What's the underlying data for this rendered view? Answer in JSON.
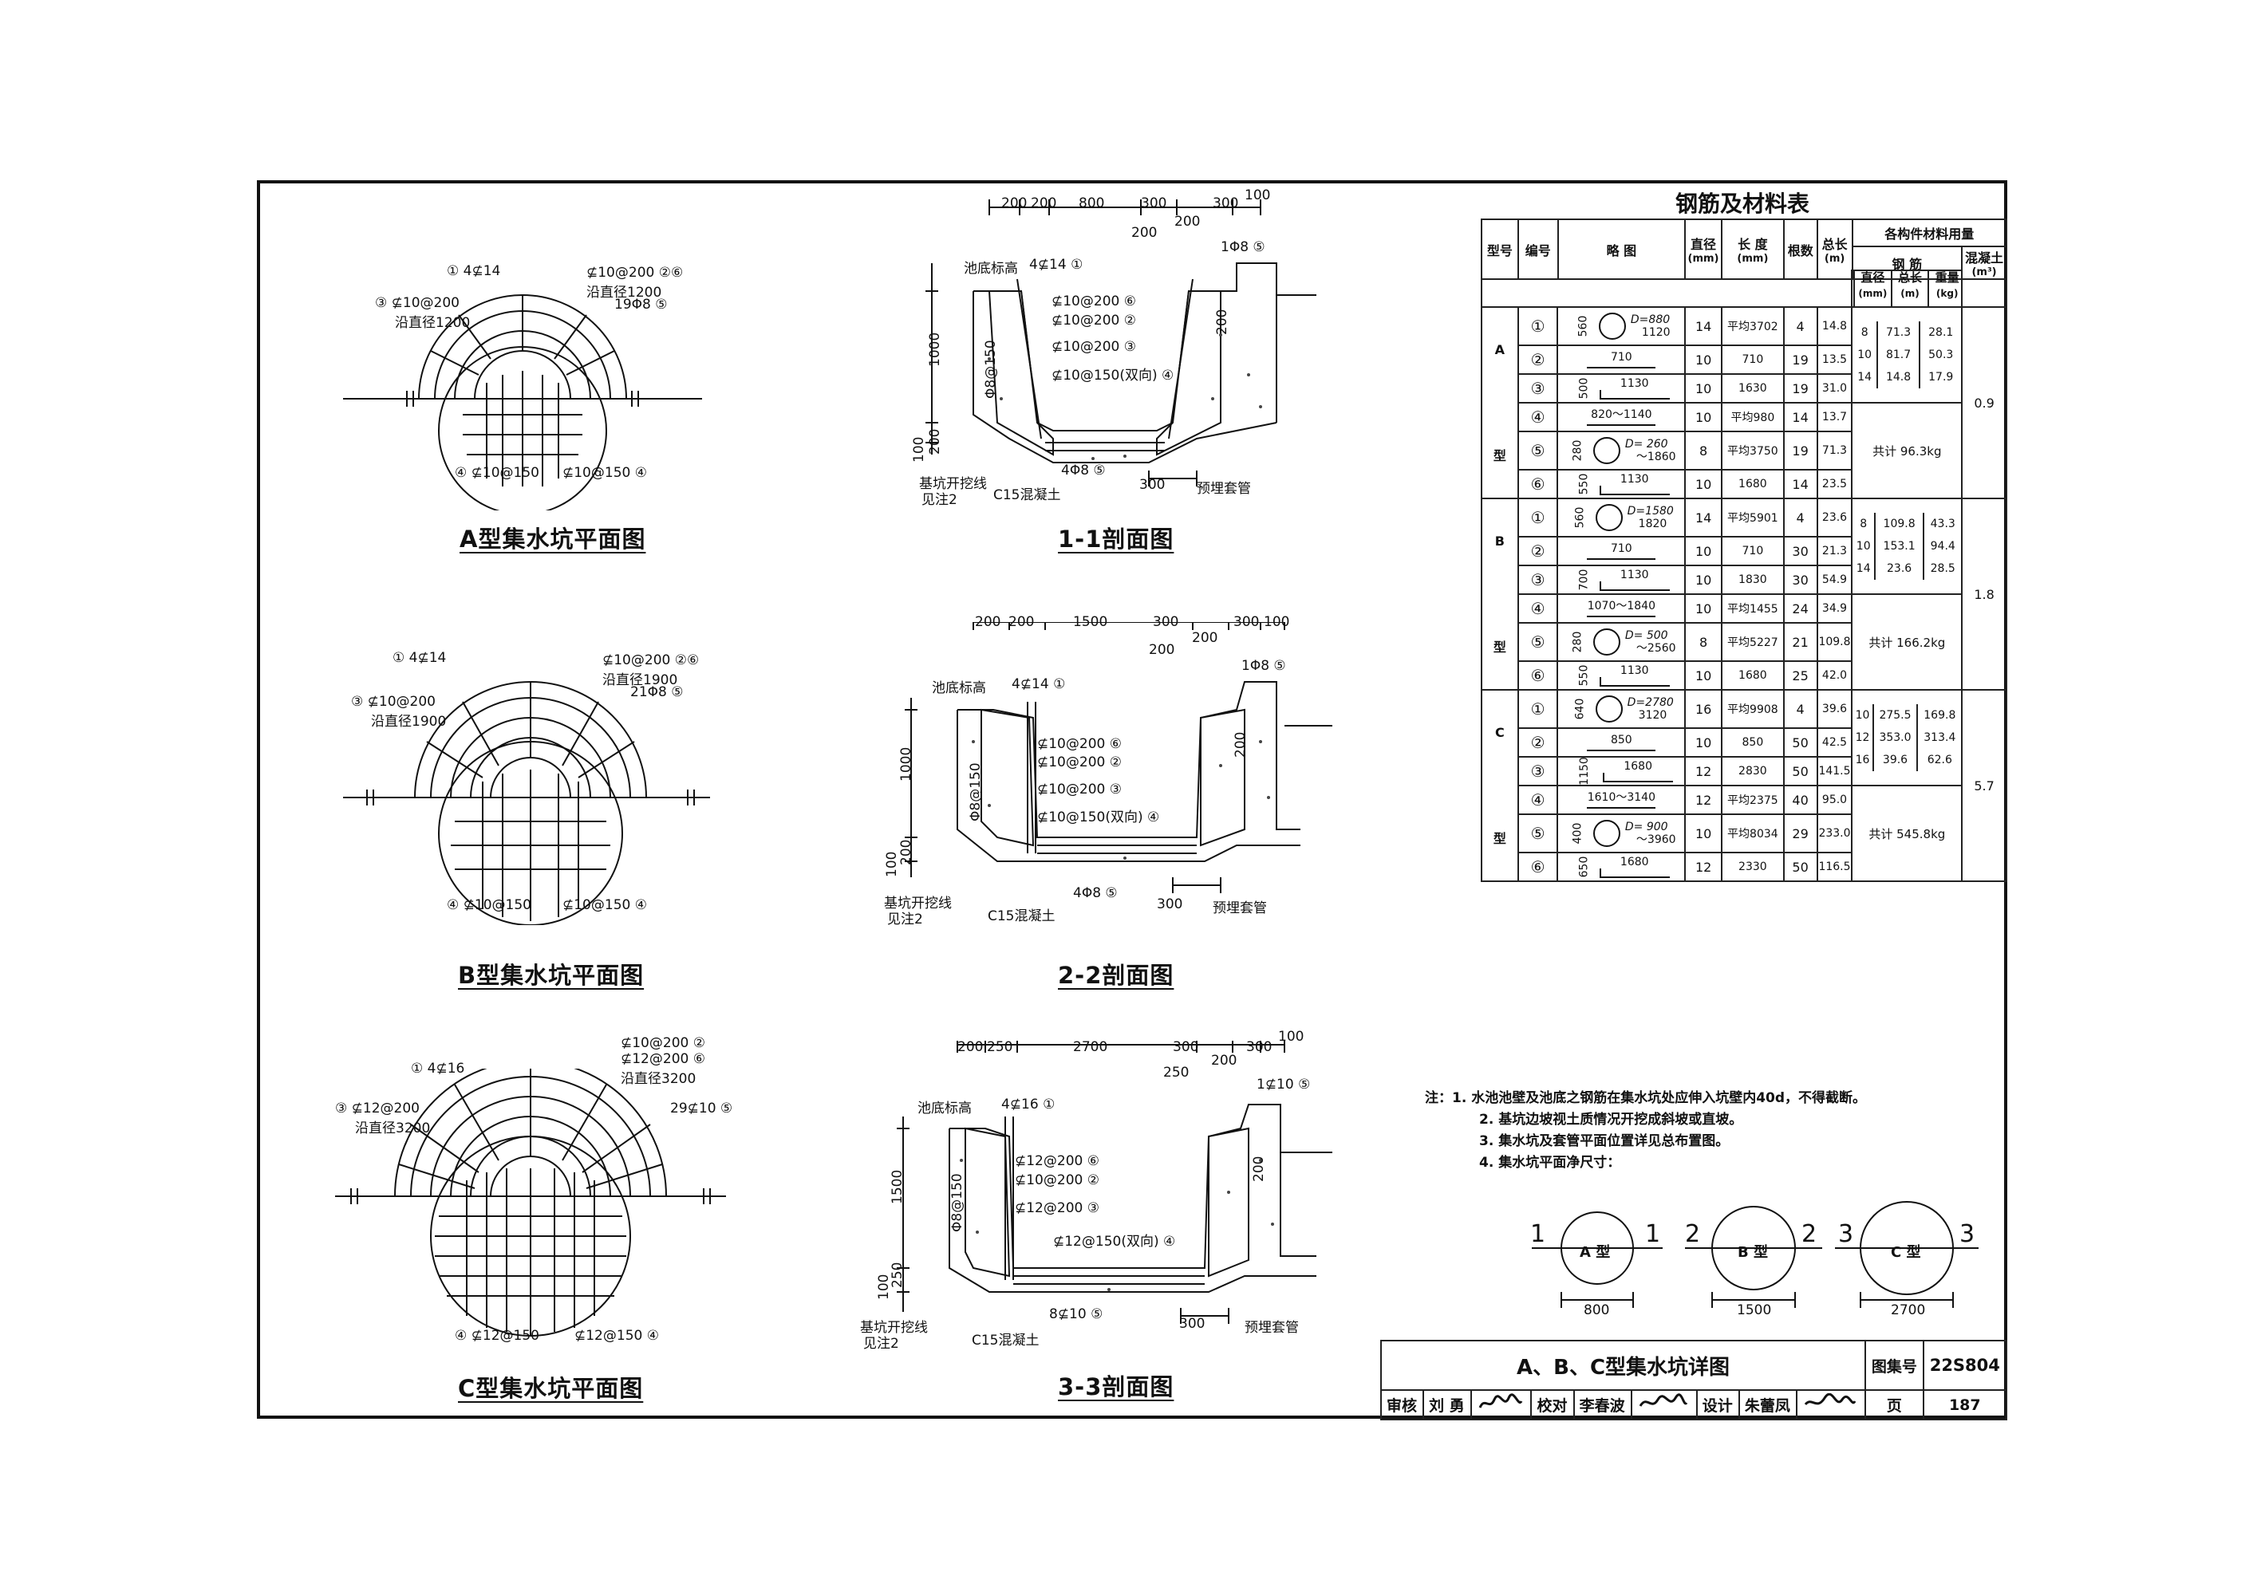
{
  "plans": [
    {
      "title": "A型集水坑平面图",
      "labels": [
        "① 4⊈14",
        "⊈10@200 ②⑥",
        "沿直径1200",
        "19Φ8 ⑤",
        "③ ⊈10@200",
        "沿直径1200",
        "④ ⊈10@150",
        "⊈10@150 ④"
      ]
    },
    {
      "title": "B型集水坑平面图",
      "labels": [
        "① 4⊈14",
        "⊈10@200 ②⑥",
        "沿直径1900",
        "21Φ8 ⑤",
        "③ ⊈10@200",
        "沿直径1900",
        "④ ⊈10@150",
        "⊈10@150 ④"
      ]
    },
    {
      "title": "C型集水坑平面图",
      "labels": [
        "① 4⊈16",
        "⊈10@200 ②",
        "⊈12@200 ⑥",
        "沿直径3200",
        "29⊈10 ⑤",
        "③ ⊈12@200",
        "沿直径3200",
        "④ ⊈12@150",
        "⊈12@150 ④"
      ]
    }
  ],
  "sections": [
    {
      "title": "1-1剖面图",
      "top_dims": [
        "200",
        "200",
        "800",
        "300",
        "300",
        "100"
      ],
      "sub_dims": [
        "200",
        "200"
      ],
      "depth": "1000",
      "base_dims": [
        "200",
        "100"
      ],
      "phi": "Φ8@150",
      "rebar": [
        "4⊈14 ①",
        "⊈10@200 ⑥",
        "⊈10@200 ②",
        "⊈10@200 ③",
        "⊈10@150(双向) ④",
        "4Φ8 ⑤"
      ],
      "right": [
        "1Φ8 ⑤",
        "200"
      ],
      "bottom": [
        "基坑开挖线",
        "见注2",
        "C15混凝土",
        "300",
        "预埋套管"
      ],
      "pool": "池底标高"
    },
    {
      "title": "2-2剖面图",
      "top_dims": [
        "200",
        "200",
        "1500",
        "300",
        "300",
        "100"
      ],
      "sub_dims": [
        "200",
        "200"
      ],
      "depth": "1000",
      "base_dims": [
        "200",
        "100"
      ],
      "phi": "Φ8@150",
      "rebar": [
        "4⊈14 ①",
        "⊈10@200 ⑥",
        "⊈10@200 ②",
        "⊈10@200 ③",
        "⊈10@150(双向) ④",
        "4Φ8 ⑤"
      ],
      "right": [
        "1Φ8 ⑤",
        "200"
      ],
      "bottom": [
        "基坑开挖线",
        "见注2",
        "C15混凝土",
        "300",
        "预埋套管"
      ],
      "pool": "池底标高"
    },
    {
      "title": "3-3剖面图",
      "top_dims": [
        "200",
        "250",
        "2700",
        "300",
        "300",
        "100"
      ],
      "sub_dims": [
        "250",
        "200"
      ],
      "depth": "1500",
      "base_dims": [
        "250",
        "100"
      ],
      "phi": "Φ8@150",
      "rebar": [
        "4⊈16 ①",
        "⊈12@200 ⑥",
        "⊈10@200 ②",
        "⊈12@200 ③",
        "⊈12@150(双向) ④",
        "8⊈10 ⑤"
      ],
      "right": [
        "1⊈10 ⑤",
        "200"
      ],
      "bottom": [
        "基坑开挖线",
        "见注2",
        "C15混凝土",
        "300",
        "预埋套管"
      ],
      "pool": "池底标高"
    }
  ],
  "table": {
    "title": "钢筋及材料表",
    "headers": {
      "type": "型号",
      "num": "编号",
      "sketch": "略    图",
      "dia": "直径",
      "dia_unit": "(mm)",
      "len": "长 度",
      "len_unit": "(mm)",
      "count": "根数",
      "total": "总长",
      "total_unit": "(m)",
      "group": "各构件材料用量",
      "steel": "钢        筋",
      "concrete": "混凝土",
      "c_unit": "(m³)",
      "s_dia": "直径",
      "s_dia_u": "(mm)",
      "s_len": "总长",
      "s_len_u": "(m)",
      "s_w": "重量",
      "s_w_u": "(kg)"
    },
    "groups": [
      {
        "type_top": "A",
        "type_bot": "型",
        "rows": [
          {
            "n": "①",
            "s1": "560",
            "s2": "D=880",
            "s3": "1120",
            "d": "14",
            "l": "平均3702",
            "c": "4",
            "t": "14.8"
          },
          {
            "n": "②",
            "s1": "",
            "s2": "710",
            "s3": "",
            "d": "10",
            "l": "710",
            "c": "19",
            "t": "13.5"
          },
          {
            "n": "③",
            "s1": "500",
            "s2": "1130",
            "s3": "",
            "d": "10",
            "l": "1630",
            "c": "19",
            "t": "31.0"
          },
          {
            "n": "④",
            "s1": "",
            "s2": "820～1140",
            "s3": "",
            "d": "10",
            "l": "平均980",
            "c": "14",
            "t": "13.7"
          },
          {
            "n": "⑤",
            "s1": "280",
            "s2": "D= 260",
            "s3": "～1860",
            "d": "8",
            "l": "平均3750",
            "c": "19",
            "t": "71.3"
          },
          {
            "n": "⑥",
            "s1": "550",
            "s2": "1130",
            "s3": "",
            "d": "10",
            "l": "1680",
            "c": "14",
            "t": "23.5"
          }
        ],
        "steel": [
          [
            "8",
            "71.3",
            "28.1"
          ],
          [
            "10",
            "81.7",
            "50.3"
          ],
          [
            "14",
            "14.8",
            "17.9"
          ]
        ],
        "sum": "共计 96.3kg",
        "conc": "0.9"
      },
      {
        "type_top": "B",
        "type_bot": "型",
        "rows": [
          {
            "n": "①",
            "s1": "560",
            "s2": "D=1580",
            "s3": "1820",
            "d": "14",
            "l": "平均5901",
            "c": "4",
            "t": "23.6"
          },
          {
            "n": "②",
            "s1": "",
            "s2": "710",
            "s3": "",
            "d": "10",
            "l": "710",
            "c": "30",
            "t": "21.3"
          },
          {
            "n": "③",
            "s1": "700",
            "s2": "1130",
            "s3": "",
            "d": "10",
            "l": "1830",
            "c": "30",
            "t": "54.9"
          },
          {
            "n": "④",
            "s1": "",
            "s2": "1070～1840",
            "s3": "",
            "d": "10",
            "l": "平均1455",
            "c": "24",
            "t": "34.9"
          },
          {
            "n": "⑤",
            "s1": "280",
            "s2": "D= 500",
            "s3": "～2560",
            "d": "8",
            "l": "平均5227",
            "c": "21",
            "t": "109.8"
          },
          {
            "n": "⑥",
            "s1": "550",
            "s2": "1130",
            "s3": "",
            "d": "10",
            "l": "1680",
            "c": "25",
            "t": "42.0"
          }
        ],
        "steel": [
          [
            "8",
            "109.8",
            "43.3"
          ],
          [
            "10",
            "153.1",
            "94.4"
          ],
          [
            "14",
            "23.6",
            "28.5"
          ]
        ],
        "sum": "共计 166.2kg",
        "conc": "1.8"
      },
      {
        "type_top": "C",
        "type_bot": "型",
        "rows": [
          {
            "n": "①",
            "s1": "640",
            "s2": "D=2780",
            "s3": "3120",
            "d": "16",
            "l": "平均9908",
            "c": "4",
            "t": "39.6"
          },
          {
            "n": "②",
            "s1": "",
            "s2": "850",
            "s3": "",
            "d": "10",
            "l": "850",
            "c": "50",
            "t": "42.5"
          },
          {
            "n": "③",
            "s1": "1150",
            "s2": "1680",
            "s3": "",
            "d": "12",
            "l": "2830",
            "c": "50",
            "t": "141.5"
          },
          {
            "n": "④",
            "s1": "",
            "s2": "1610～3140",
            "s3": "",
            "d": "12",
            "l": "平均2375",
            "c": "40",
            "t": "95.0"
          },
          {
            "n": "⑤",
            "s1": "400",
            "s2": "D= 900",
            "s3": "～3960",
            "d": "10",
            "l": "平均8034",
            "c": "29",
            "t": "233.0"
          },
          {
            "n": "⑥",
            "s1": "650",
            "s2": "1680",
            "s3": "",
            "d": "12",
            "l": "2330",
            "c": "50",
            "t": "116.5"
          }
        ],
        "steel": [
          [
            "10",
            "275.5",
            "169.8"
          ],
          [
            "12",
            "353.0",
            "313.4"
          ],
          [
            "16",
            "39.6",
            "62.6"
          ]
        ],
        "sum": "共计 545.8kg",
        "conc": "5.7"
      }
    ]
  },
  "notes": [
    "注：1. 水池池壁及池底之钢筋在集水坑处应伸入坑壁内40d，不得截断。",
    "2. 基坑边坡视土质情况开挖成斜坡或直坡。",
    "3. 集水坑及套管平面位置详见总布置图。",
    "4. 集水坑平面净尺寸："
  ],
  "pits": [
    {
      "left": "1",
      "right": "1",
      "name": "A 型",
      "size": "800"
    },
    {
      "left": "2",
      "right": "2",
      "name": "B 型",
      "size": "1500"
    },
    {
      "left": "3",
      "right": "3",
      "name": "C 型",
      "size": "2700"
    }
  ],
  "titleblock": {
    "title": "A、B、C型集水坑详图",
    "atlas_label": "图集号",
    "atlas": "22S804",
    "review": "审核",
    "reviewer": "刘 勇",
    "check": "校对",
    "checker": "李春波",
    "design": "设计",
    "designer": "朱蕾凤",
    "page_label": "页",
    "page": "187"
  }
}
